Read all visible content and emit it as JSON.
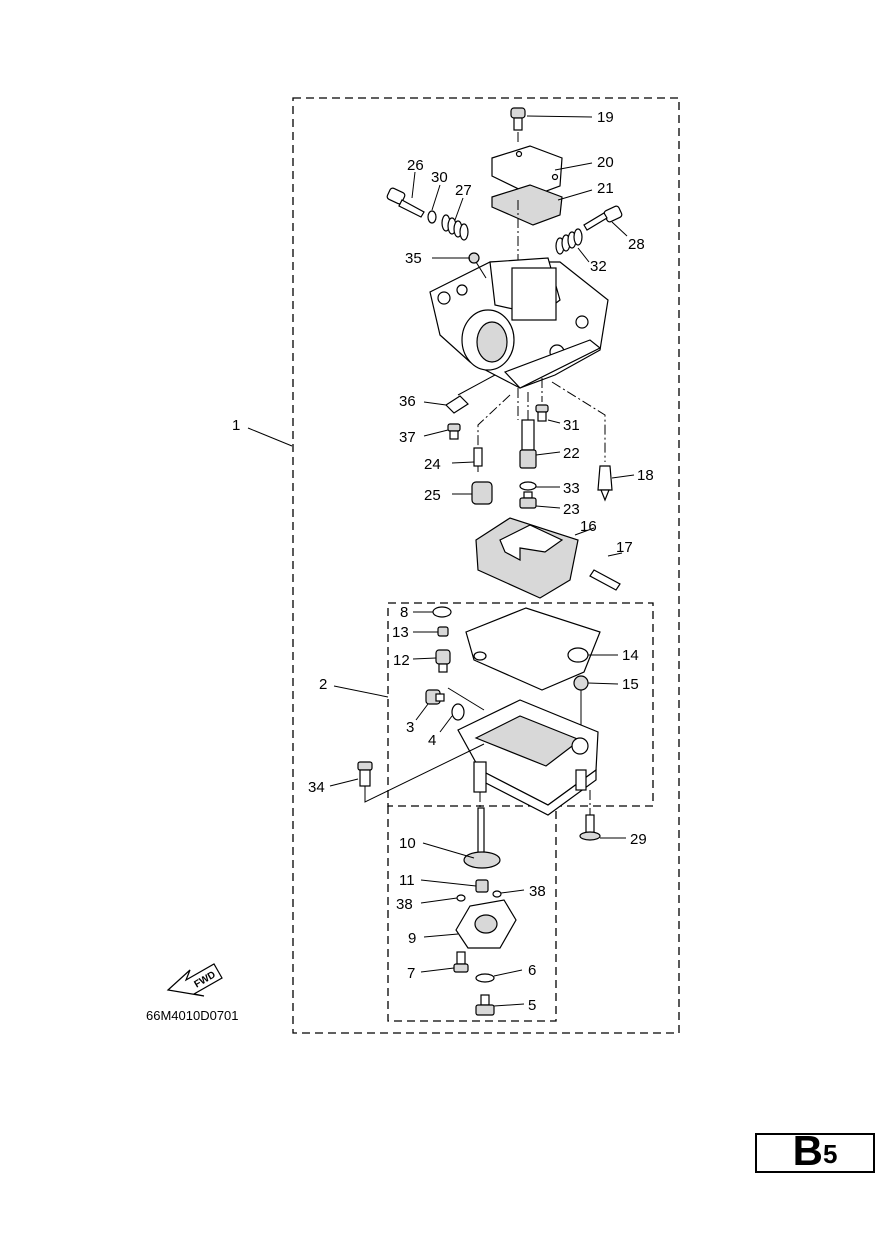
{
  "diagram_code": "66M4010D0701",
  "section": {
    "letter": "B",
    "number": "5"
  },
  "fwd_label": "FWD",
  "callouts": [
    "1",
    "2",
    "3",
    "4",
    "5",
    "6",
    "7",
    "8",
    "9",
    "10",
    "11",
    "12",
    "13",
    "14",
    "15",
    "16",
    "17",
    "18",
    "19",
    "20",
    "21",
    "22",
    "23",
    "24",
    "25",
    "26",
    "27",
    "28",
    "29",
    "30",
    "31",
    "32",
    "33",
    "34",
    "35",
    "36",
    "37",
    "38",
    "38"
  ]
}
